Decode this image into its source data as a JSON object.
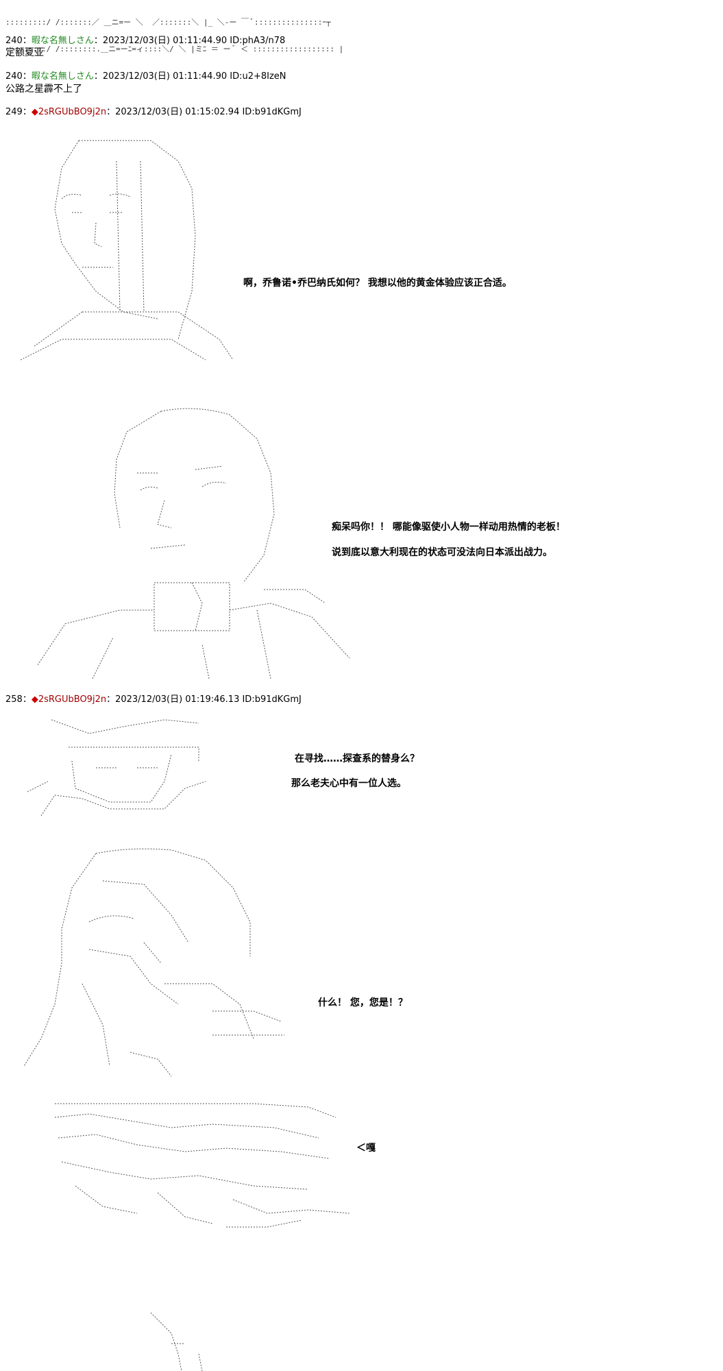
{
  "top_aa": {
    "line1": ":::::::::/ /:::::::／ ＿ニ=ー ＼  ／:::::::＼ |_ ＼-ー ￣ ﾞ:::::::::::::::ｰ┬",
    "line2": ":::::::::/ /::::::::.＿ニ=ーﾆ=ィ::::＼/ ＼ |ミﾆ ＝ ー ﾞ ＜ :::::::::::::::::: |"
  },
  "posts": [
    {
      "number": "240",
      "sep": "：",
      "name": "暇な名無しさん",
      "date": "：2023/12/03(日) 01:11:44.90 ID:phA3/n78",
      "body": "定额夏亚"
    },
    {
      "number": "240",
      "sep": "：",
      "name": "暇な名無しさん",
      "date": "：2023/12/03(日) 01:11:44.90 ID:u2+8IzeN",
      "body": "公路之星霹不上了"
    },
    {
      "number": "249",
      "sep": "：",
      "diamond": "◆",
      "name": "2sRGUbBO9j2n",
      "date": "：2023/12/03(日) 01:15:02.94 ID:b91dKGmJ"
    },
    {
      "number": "258",
      "sep": "：",
      "diamond": "◆",
      "name": "2sRGUbBO9j2n",
      "date": "：2023/12/03(日) 01:19:46.13 ID:b91dKGmJ"
    }
  ],
  "dialogs": {
    "d1": "啊，乔鲁诺•乔巴纳氏如何？ 我想以他的黄金体验应该正合适。",
    "d2a": "痴呆吗你！！  哪能像驱使小人物一样动用热情的老板！",
    "d2b": "说到底以意大利现在的状态可没法向日本派出战力。",
    "d3a": "在寻找……探查系的替身么？",
    "d3b": "那么老夫心中有一位人选。",
    "d4": "什么！  您，您是！？",
    "d5": "＜嘎"
  }
}
